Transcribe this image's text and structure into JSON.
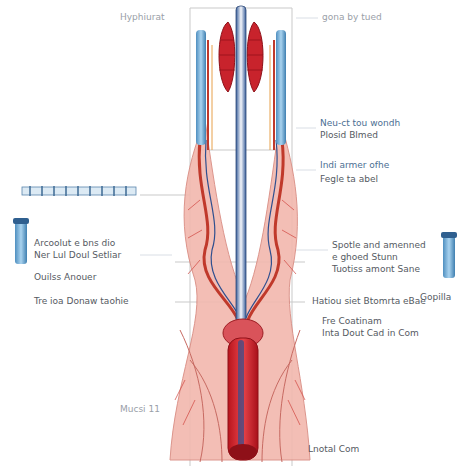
{
  "diagram": {
    "labels": [
      "Hyphiurat",
      "gona by tued",
      "Neu-ct tou wondh",
      "Plosid Blmed",
      "Indi armer ofhe",
      "Fegle ta abel",
      "Arcoolut e bns dio",
      "Ner Lul Doul Setliar",
      "Ouilss Anouer",
      "Tre ioa Donaw taohie",
      "Spotle and amenned",
      "e ghoed Stunn",
      "Tuotiss amont Sane",
      "Gopilla",
      "Hatiou siet Btomrta eBae",
      "Fre Coatinam",
      "Inta Dout Cad in Com",
      "Mucsi 11",
      "Lnotal Com"
    ]
  }
}
